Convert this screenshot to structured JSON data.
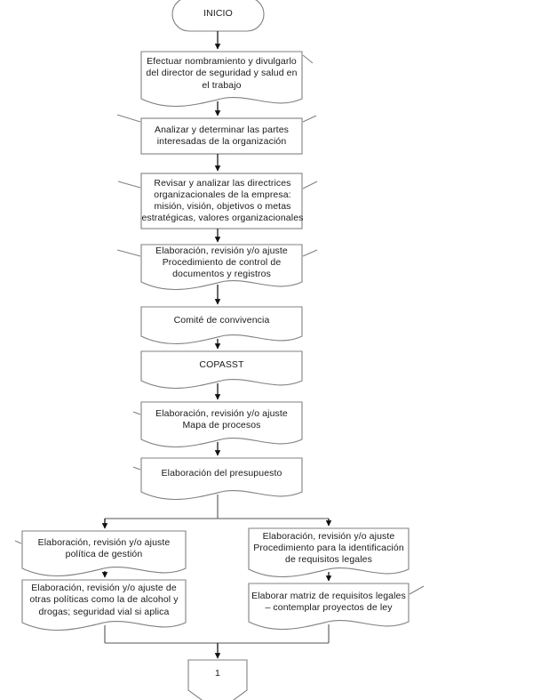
{
  "diagram": {
    "title": "Flujograma SG-SST",
    "style": {
      "stroke": "#808080",
      "text_color": "#1a1a1a",
      "fill": "#ffffff",
      "background": "#ffffff"
    },
    "start_node": {
      "id": "inicio",
      "label": "INICIO",
      "shape": "terminator"
    },
    "main_column": [
      {
        "id": "n1",
        "shape": "document",
        "label": "Efectuar nombramiento y divulgarlo\ndel director de seguridad y salud en\nel trabajo"
      },
      {
        "id": "n2",
        "shape": "process",
        "label": "Analizar y determinar las partes\ninteresadas de la organización"
      },
      {
        "id": "n3",
        "shape": "process",
        "label": "Revisar y analizar las directrices\norganizacionales de la empresa:\nmisión, visión, objetivos o metas\nestratégicas, valores organizacionales"
      },
      {
        "id": "n4",
        "shape": "document",
        "label": "Elaboración, revisión y/o ajuste\nProcedimiento de control de\ndocumentos y registros"
      },
      {
        "id": "n5",
        "shape": "document",
        "label": "Comité de convivencia"
      },
      {
        "id": "n6",
        "shape": "document",
        "label": "COPASST"
      },
      {
        "id": "n7",
        "shape": "document",
        "label": "Elaboración, revisión y/o ajuste\nMapa de procesos"
      },
      {
        "id": "n8",
        "shape": "document",
        "label": "Elaboración del presupuesto"
      }
    ],
    "branch_left": [
      {
        "id": "L1",
        "shape": "document",
        "label": "Elaboración, revisión y/o ajuste\npolítica de gestión"
      },
      {
        "id": "L2",
        "shape": "document",
        "label": "Elaboración, revisión y/o ajuste de\notras políticas como la de alcohol y\ndrogas; seguridad vial si aplica"
      }
    ],
    "branch_right": [
      {
        "id": "R1",
        "shape": "document",
        "label": "Elaboración, revisión y/o ajuste\nProcedimiento para la identificación\nde requisitos legales"
      },
      {
        "id": "R2",
        "shape": "document",
        "label": "Elaborar matriz de requisitos legales\n– contemplar proyectos de ley"
      }
    ],
    "end_connector": {
      "id": "conn1",
      "label": "1",
      "shape": "off-page-connector"
    }
  }
}
